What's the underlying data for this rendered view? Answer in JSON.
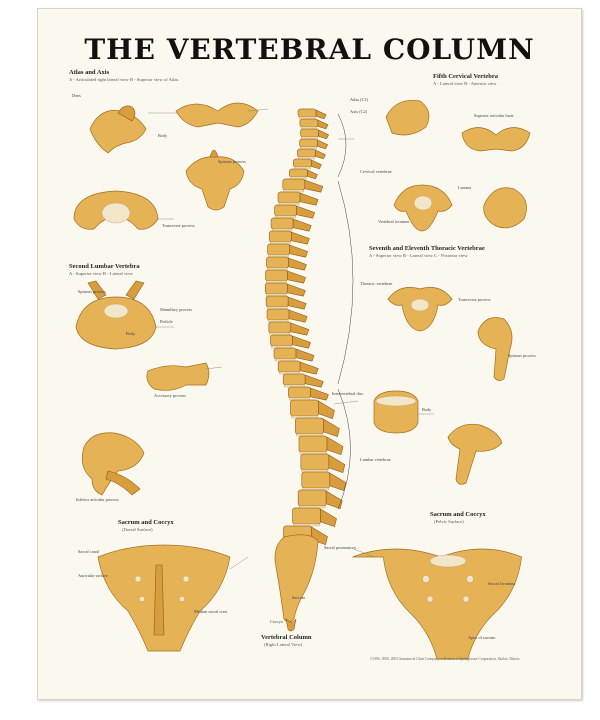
{
  "title": "THE VERTEBRAL COLUMN",
  "sections": {
    "atlas_axis": {
      "heading": "Atlas and Axis",
      "sub": "A - Articulated right lateral view  B - Superior view of Atlas"
    },
    "fifth_cervical": {
      "heading": "Fifth Cervical Vertebra",
      "sub": "A - Lateral view  B - Anterior view"
    },
    "second_lumbar": {
      "heading": "Second Lumbar Vertebra",
      "sub": "A - Superior view  B - Lateral view"
    },
    "thoracic": {
      "heading": "Seventh and Eleventh Thoracic Vertebrae",
      "sub": "A - Superior view  B - Lateral view  C - Posterior view"
    },
    "sacrum_dorsal": {
      "heading": "Sacrum and Coccyx",
      "sub": "(Dorsal Surface)"
    },
    "sacrum_pelvic": {
      "heading": "Sacrum and Coccyx",
      "sub": "(Pelvic Surface)"
    },
    "column": {
      "caption": "Vertebral Column",
      "sub": "(Right Lateral View)"
    }
  },
  "labels": {
    "atlas_c1": "Atlas (C1)",
    "axis_c2": "Axis (C2)",
    "cervical": "Cervical vertebrae",
    "thoracic": "Thoracic vertebrae",
    "lumbar": "Lumbar vertebrae",
    "intervertebral_disc": "Intervertebral disc",
    "sacrum": "Sacrum",
    "coccyx": "Coccyx",
    "spinous_process": "Spinous process",
    "transverse_process": "Transverse process",
    "body": "Body",
    "lamina": "Lamina",
    "pedicle": "Pedicle",
    "vertebral_foramen": "Vertebral foramen",
    "superior_articular_facet": "Superior articular facet",
    "inferior_articular_process": "Inferior articular process",
    "dens": "Dens",
    "mamillary_process": "Mamillary process",
    "accessory_process": "Accessory process",
    "sacral_canal": "Sacral canal",
    "auricular_surface": "Auricular surface",
    "median_sacral_crest": "Median sacral crest",
    "sacral_foramina": "Sacral foramina",
    "sacral_promontory": "Sacral promontory",
    "apex_of_sacrum": "Apex of sacrum"
  },
  "copyright": "©1996, 2000, 2003 Anatomical Chart Company, a division of Springhouse Corporation, Skokie, Illinois."
}
